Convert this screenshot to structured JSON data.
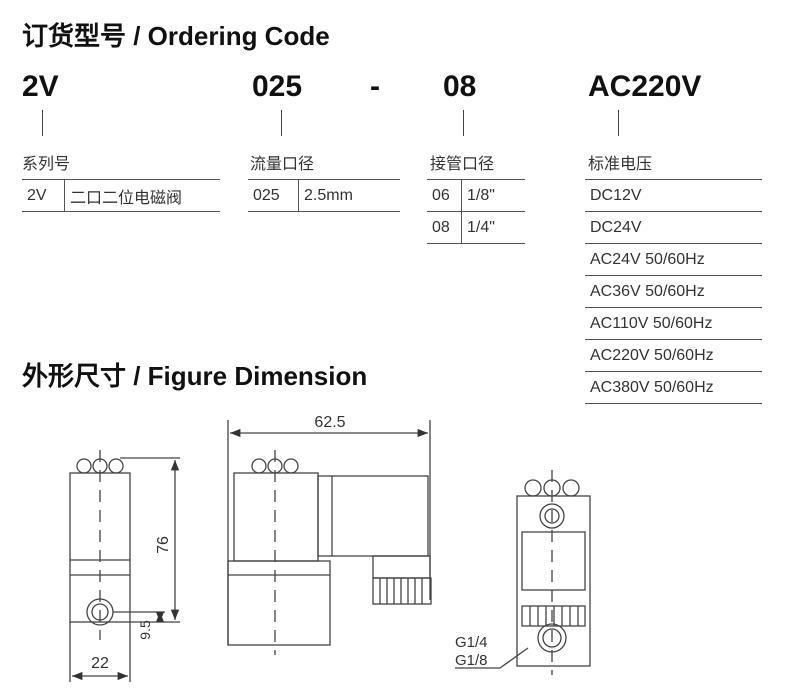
{
  "ordering": {
    "title": "订货型号 / Ordering Code",
    "codes": [
      "2V",
      "025",
      "-",
      "08",
      "AC220V"
    ],
    "series": {
      "label": "系列号",
      "rows": [
        [
          "2V",
          "二口二位电磁阀"
        ]
      ]
    },
    "flow": {
      "label": "流量口径",
      "rows": [
        [
          "025",
          "2.5mm"
        ]
      ]
    },
    "port": {
      "label": "接管口径",
      "rows": [
        [
          "06",
          "1/8\""
        ],
        [
          "08",
          "1/4\""
        ]
      ]
    },
    "voltage": {
      "label": "标准电压",
      "rows": [
        "DC12V",
        "DC24V",
        "AC24V 50/60Hz",
        "AC36V 50/60Hz",
        "AC110V 50/60Hz",
        "AC220V 50/60Hz",
        "AC380V 50/60Hz"
      ]
    }
  },
  "dimension": {
    "title": "外形尺寸 / Figure Dimension",
    "labels": {
      "length": "62.5",
      "height": "76",
      "port_offset": "9.5",
      "width": "22",
      "thread1": "G1/4",
      "thread2": "G1/8"
    }
  }
}
